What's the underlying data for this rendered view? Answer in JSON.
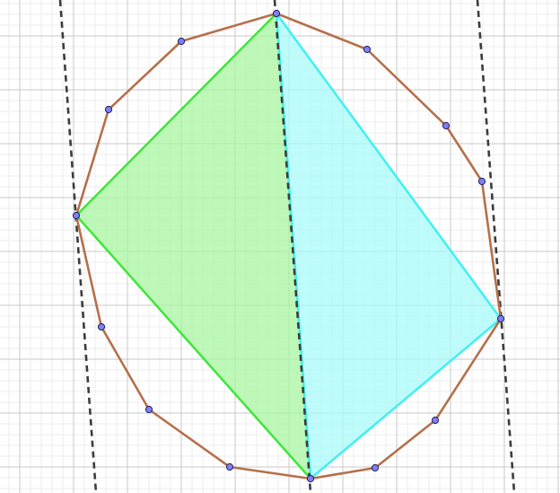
{
  "canvas": {
    "background": "#ffffff",
    "grid": {
      "visible": true,
      "minor_color": "#eeeeee",
      "major_color": "#c8c8c8"
    }
  },
  "colors": {
    "polygon_stroke": "#b5704a",
    "vertex_fill": "#7f7ff0",
    "vertex_stroke": "#202060",
    "left_triangle_fill": "#a8f5a0",
    "left_triangle_stroke": "#3ee63a",
    "right_triangle_fill": "#a8fafa",
    "right_triangle_stroke": "#40f0f0",
    "dashed_line": "#3c3c3c"
  },
  "figure": {
    "polygon_vertex_count": 14,
    "highlighted_vertices": [
      "top",
      "left",
      "right",
      "bottom"
    ],
    "dashed_lines": 3,
    "regions": [
      "left-triangle",
      "right-triangle"
    ]
  }
}
